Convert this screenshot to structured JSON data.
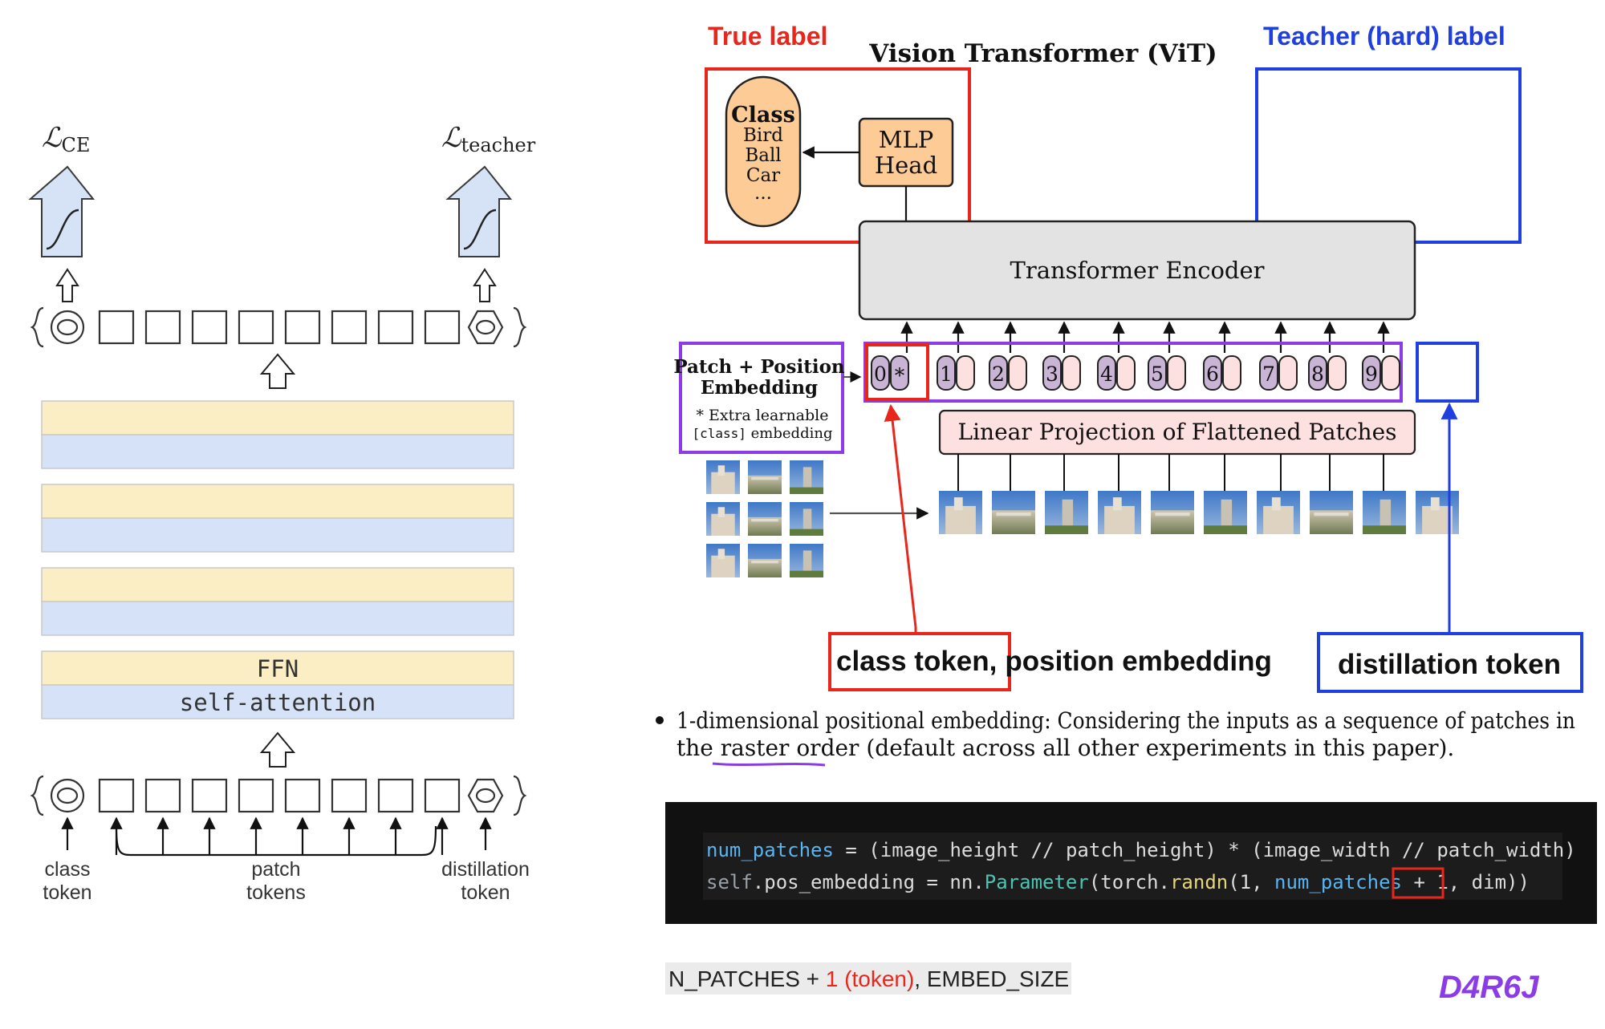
{
  "deit": {
    "loss_ce": {
      "symbol": "ℒ",
      "subscript": "CE"
    },
    "loss_teacher": {
      "symbol": "ℒ",
      "subscript": "teacher"
    },
    "ffn_label": "FFN",
    "self_attention_label": "self-attention",
    "class_token_label": [
      "class",
      "token"
    ],
    "patch_tokens_label": [
      "patch",
      "tokens"
    ],
    "distillation_token_label": [
      "distillation",
      "token"
    ]
  },
  "vit": {
    "title": "Vision Transformer (ViT)",
    "true_label": "True label",
    "teacher_label": "Teacher (hard) label",
    "class_box": {
      "heading": "Class",
      "items": [
        "Bird",
        "Ball",
        "Car",
        "..."
      ]
    },
    "mlp_head": [
      "MLP",
      "Head"
    ],
    "encoder_label": "Transformer Encoder",
    "patch_pos_title": [
      "Patch + Position",
      "Embedding"
    ],
    "extra_learnable": "* Extra learnable",
    "class_code": "[class]",
    "class_embedding_suffix": " embedding",
    "token_numbers": [
      "0",
      "1",
      "2",
      "3",
      "4",
      "5",
      "6",
      "7",
      "8",
      "9"
    ],
    "class_token_marker": "*",
    "linear_projection": "Linear Projection of Flattened Patches"
  },
  "annotations": {
    "class_token": "class token",
    "position_embedding": "position embedding",
    "comma": ",",
    "distillation_token": "distillation token",
    "colors": {
      "red": "#e8261c",
      "blue": "#1f3fe0",
      "purple": "#8c3ce6"
    }
  },
  "bullet": {
    "line1": "1-dimensional positional embedding: Considering the inputs as a sequence of patches in",
    "line2_prefix": "the ",
    "line2_underlined": "raster order",
    "line2_suffix": " (default across all other experiments in this paper)."
  },
  "code": {
    "line1": {
      "var": "num_patches",
      "rest": " = (image_height // patch_height) * (image_width // patch_width)"
    },
    "line2": {
      "self": "self",
      "attr": ".pos_embedding = nn.",
      "cls": "Parameter",
      "mid": "(torch.",
      "fn": "randn",
      "args_a": "(1, ",
      "var": "num_patches",
      "space": " ",
      "plus_one": "+ 1,",
      "args_b": " dim))"
    }
  },
  "caption": {
    "prefix": "N_PATCHES + ",
    "highlight": "1 (token)",
    "suffix": ", EMBED_SIZE"
  },
  "signature": "D4R6J"
}
